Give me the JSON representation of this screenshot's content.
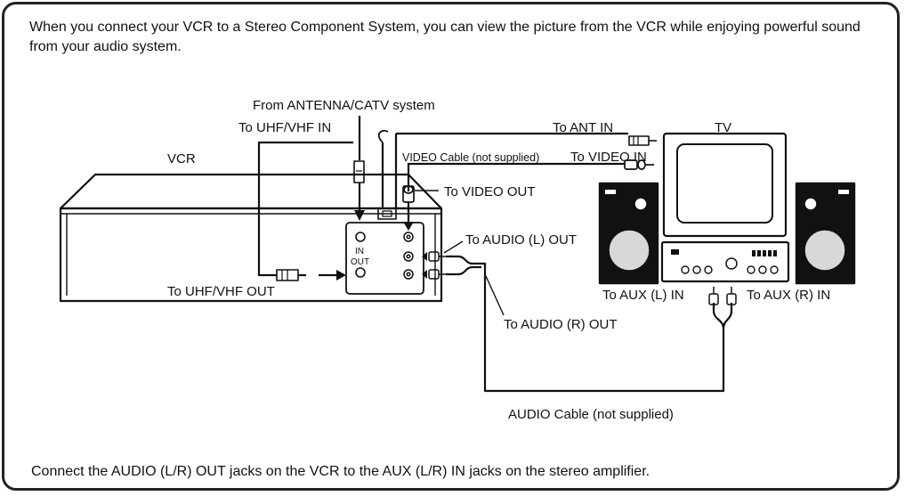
{
  "intro_text": "When you connect your VCR to a Stereo Component System, you can view the picture from the VCR while enjoying powerful sound from your audio system.",
  "footer_note": "Connect the AUDIO (L/R) OUT jacks on the VCR to the AUX (L/R) IN jacks on the stereo amplifier.",
  "labels": {
    "antenna_source": "From ANTENNA/CATV system",
    "uhf_vhf_in": "To UHF/VHF IN",
    "ant_in": "To ANT IN",
    "tv": "TV",
    "vcr": "VCR",
    "video_cable": "VIDEO Cable (not supplied)",
    "video_in": "To VIDEO IN",
    "video_out": "To VIDEO OUT",
    "audio_l_out": "To AUDIO (L) OUT",
    "in_jack": "IN",
    "out_jack": "OUT",
    "uhf_vhf_out": "To UHF/VHF OUT",
    "aux_l_in": "To AUX (L) IN",
    "aux_r_in": "To AUX (R) IN",
    "audio_r_out": "To AUDIO (R) OUT",
    "audio_cable": "AUDIO Cable (not supplied)"
  }
}
